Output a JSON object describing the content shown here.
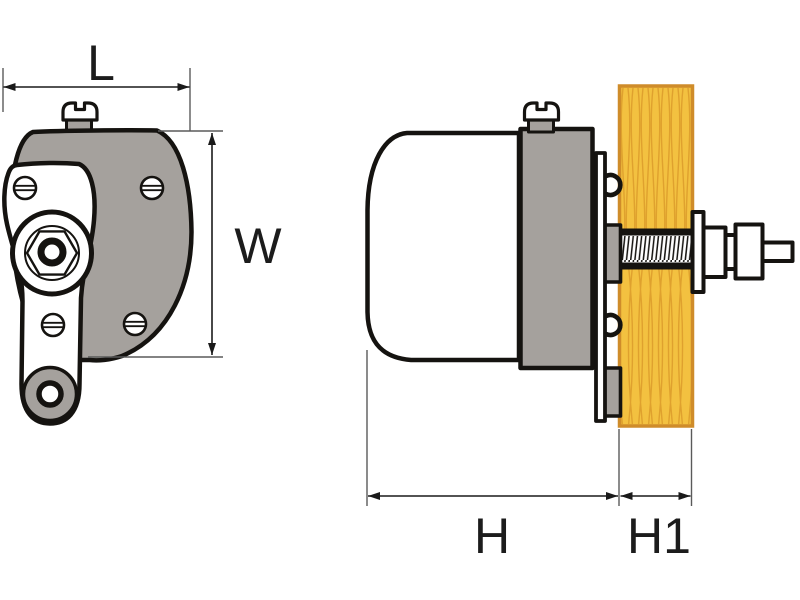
{
  "diagram": {
    "description": "Two-view technical line drawing of a wiper motor: front view with overall dimensions L and W, side view mounted through a wooden panel with depth dimension H and panel thickness H1",
    "dimension_labels": {
      "l": "L",
      "w": "W",
      "h": "H",
      "h1": "H1"
    },
    "colors": {
      "housing_gray": "#a5a19d",
      "outline_black": "#151310",
      "wood_fill": "#f3c140",
      "wood_grain": "#dfa12e",
      "wood_border": "#cf8c2a",
      "dimension_line": "#1a1a1a",
      "extension_line": "#5a5a5a",
      "background": "#ffffff"
    }
  }
}
